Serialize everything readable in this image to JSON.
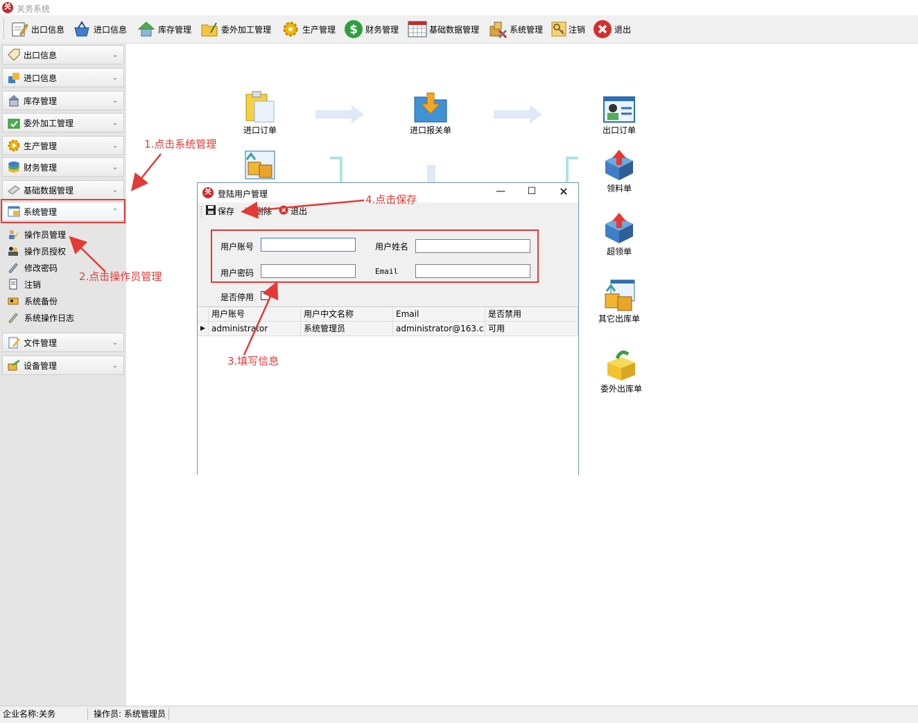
{
  "app": {
    "title": "关务系统",
    "logo_char": "关"
  },
  "toolbar": {
    "items": [
      {
        "label": "出口信息",
        "icon": "pencil-note-icon"
      },
      {
        "label": "进口信息",
        "icon": "basket-icon"
      },
      {
        "label": "库存管理",
        "icon": "house-icon"
      },
      {
        "label": "委外加工管理",
        "icon": "folder-icon"
      },
      {
        "label": "生产管理",
        "icon": "gear-icon"
      },
      {
        "label": "财务管理",
        "icon": "dollar-icon"
      },
      {
        "label": "基础数据管理",
        "icon": "calendar-grid-icon"
      },
      {
        "label": "系统管理",
        "icon": "tools-icon"
      },
      {
        "label": "注销",
        "icon": "key-icon"
      },
      {
        "label": "退出",
        "icon": "close-icon"
      }
    ]
  },
  "sidebar": {
    "groups": [
      {
        "label": "出口信息"
      },
      {
        "label": "进口信息"
      },
      {
        "label": "库存管理"
      },
      {
        "label": "委外加工管理"
      },
      {
        "label": "生产管理"
      },
      {
        "label": "财务管理"
      },
      {
        "label": "基础数据管理"
      },
      {
        "label": "系统管理"
      },
      {
        "label": "文件管理"
      },
      {
        "label": "设备管理"
      }
    ],
    "sub_items": [
      {
        "label": "操作员管理"
      },
      {
        "label": "操作员授权"
      },
      {
        "label": "修改密码"
      },
      {
        "label": "注销"
      },
      {
        "label": "系统备份"
      },
      {
        "label": "系统操作日志"
      }
    ]
  },
  "flow": {
    "items": [
      {
        "label": "进口订单"
      },
      {
        "label": "进口报关单"
      },
      {
        "label": "出口订单"
      },
      {
        "label": "领料单"
      },
      {
        "label": "超领单"
      },
      {
        "label": "其它出库单"
      },
      {
        "label": "委外出库单"
      }
    ]
  },
  "dialog": {
    "title": "登陆用户管理",
    "toolbar": {
      "save": "保存",
      "delete": "删除",
      "exit": "退出"
    },
    "form": {
      "account_label": "用户账号",
      "account_value": "",
      "name_label": "用户姓名",
      "name_value": "",
      "password_label": "用户密码",
      "password_value": "",
      "email_label": "Email",
      "email_value": "",
      "disabled_label": "是否停用"
    },
    "grid": {
      "columns": [
        "用户账号",
        "用户中文名称",
        "Email",
        "是否禁用"
      ],
      "rows": [
        [
          "administrator",
          "系统管理员",
          "administrator@163.c...",
          "可用"
        ]
      ]
    }
  },
  "annotations": {
    "step1": "1.点击系统管理",
    "step2": "2.点击操作员管理",
    "step3": "3.填写信息",
    "step4": "4.点击保存"
  },
  "statusbar": {
    "company": "企业名称:关务",
    "operator": "操作员: 系统管理员"
  },
  "colors": {
    "annotation_red": "#e53935",
    "accent_blue": "#1e88e5",
    "sidebar_bg": "#e5e5e5"
  }
}
